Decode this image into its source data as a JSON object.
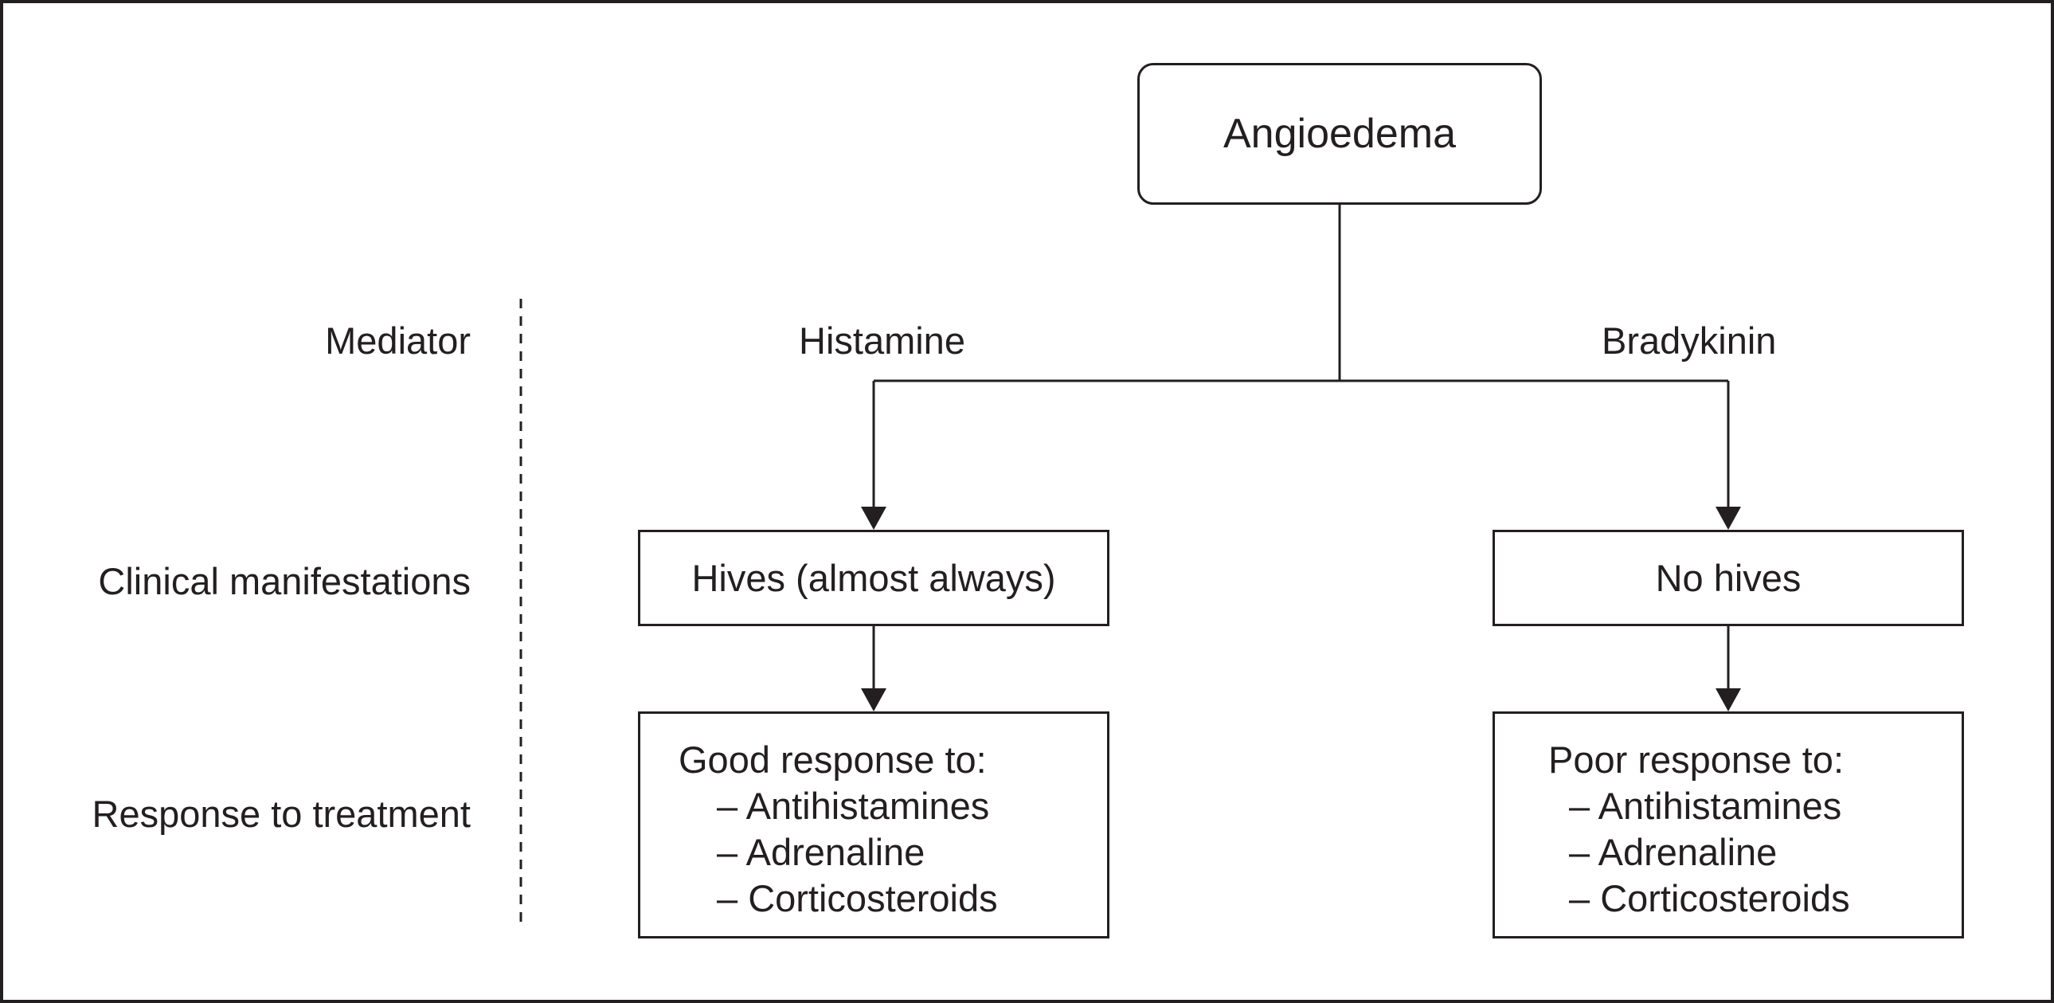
{
  "root": {
    "label": "Angioedema"
  },
  "row_labels": {
    "mediator": "Mediator",
    "clinical": "Clinical manifestations",
    "response": "Response to treatment"
  },
  "branches": {
    "left": {
      "mediator": "Histamine",
      "manifestation": "Hives (almost always)",
      "response_heading": "Good response to:",
      "response_items": [
        "– Antihistamines",
        "– Adrenaline",
        "– Corticosteroids"
      ]
    },
    "right": {
      "mediator": "Bradykinin",
      "manifestation": "No hives",
      "response_heading": "Poor response to:",
      "response_items": [
        "– Antihistamines",
        "– Adrenaline",
        "– Corticosteroids"
      ]
    }
  }
}
